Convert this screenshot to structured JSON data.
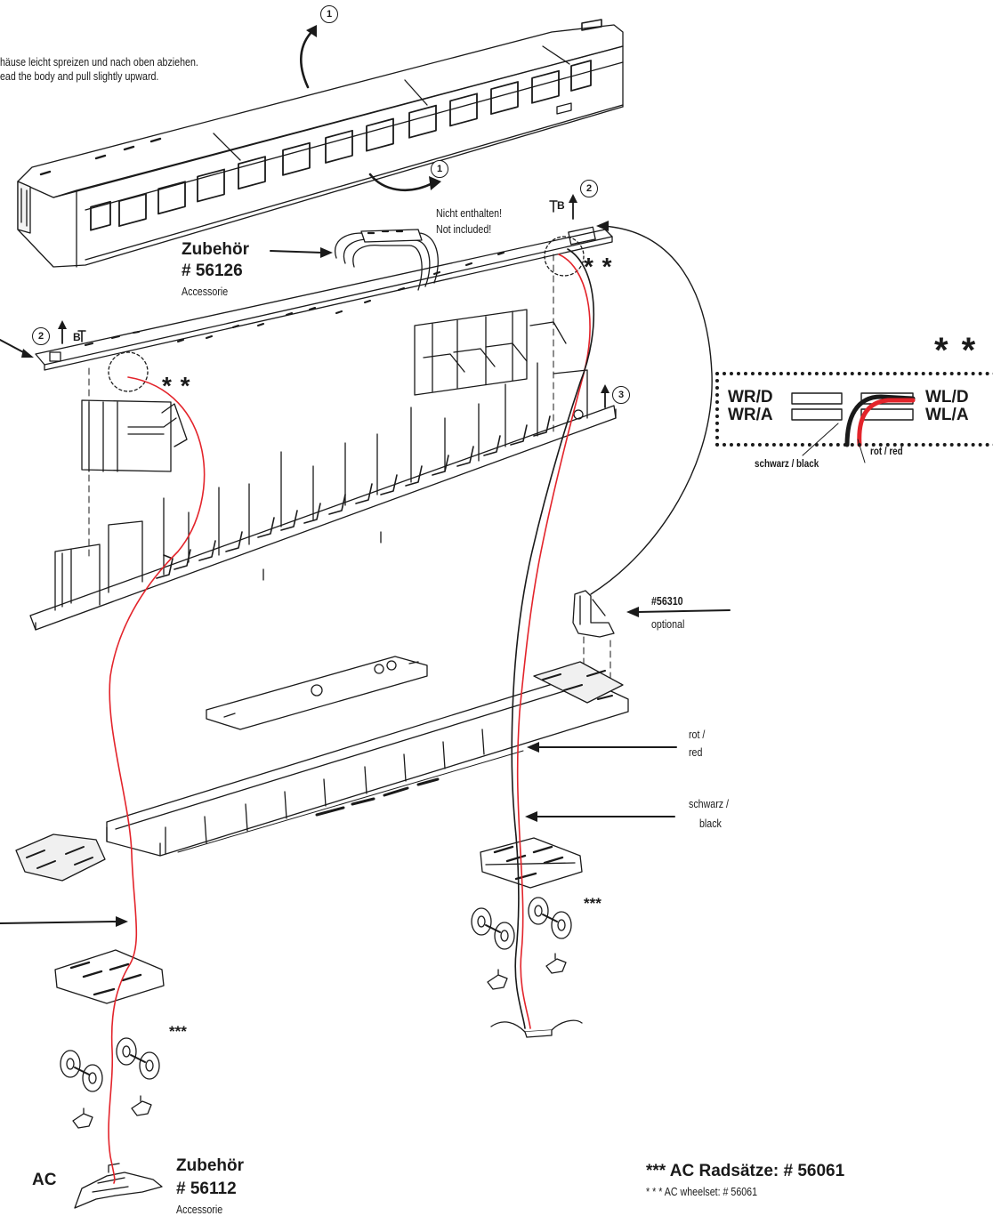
{
  "instructions": {
    "de": "häuse leicht spreizen und nach oben abziehen.",
    "en": "ead the body and pull slightly upward."
  },
  "not_included": {
    "de": "Nicht enthalten!",
    "en": "Not included!"
  },
  "accessory_top": {
    "title": "Zubehör",
    "number": "# 56126",
    "caption": "Accessorie"
  },
  "accessory_bottom": {
    "title": "Zubehör",
    "number": "# 56112",
    "caption": "Accessorie"
  },
  "step_badges": {
    "one": "1",
    "two": "2",
    "three": "3"
  },
  "screw_label": "B",
  "stars_double": "* *",
  "stars_triple": "***",
  "inset": {
    "stars": "* *",
    "left_top": "WR/D",
    "left_bottom": "WR/A",
    "right_top": "WL/D",
    "right_bottom": "WL/A",
    "black_wire": "schwarz / black",
    "red_wire": "rot / red"
  },
  "optional_part": {
    "number": "#56310",
    "label": "optional"
  },
  "wire_labels": {
    "red": "rot /\nred",
    "red_line1": "rot /",
    "red_line2": "red",
    "black_line1": "schwarz /",
    "black_line2": "black"
  },
  "ac_label": "AC",
  "wheelset_note": {
    "title": "*** AC Radsätze: # 56061",
    "subtitle": "* * * AC wheelset: # 56061"
  },
  "colors": {
    "line": "#1a1a1a",
    "red_wire": "#e3242b",
    "black_wire": "#1a1a1a"
  }
}
